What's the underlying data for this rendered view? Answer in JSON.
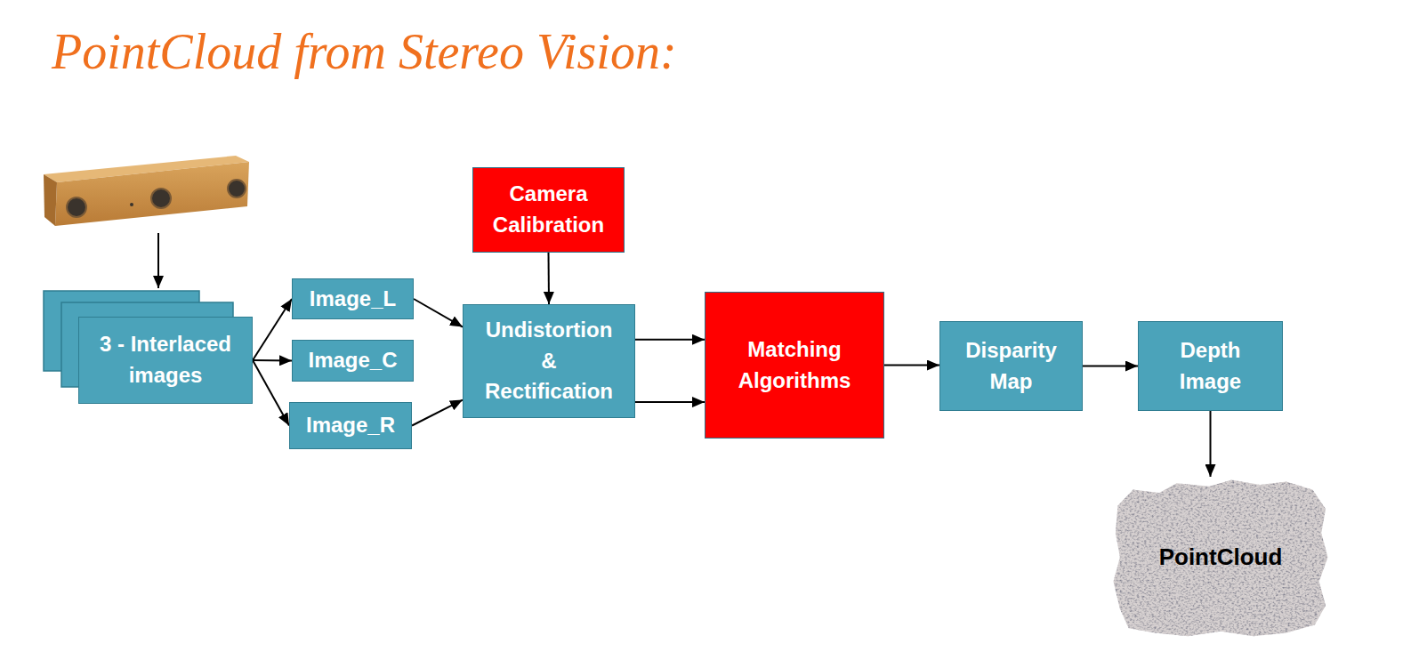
{
  "diagram": {
    "title": "PointCloud from Stereo Vision:",
    "nodes": [
      {
        "text": [
          "3 - Interlaced images"
        ]
      },
      {
        "text": [
          "Image_L"
        ]
      },
      {
        "text": [
          "Image_C"
        ]
      },
      {
        "text": [
          "Image_R"
        ]
      },
      {
        "text": [
          "Camera Calibration"
        ]
      },
      {
        "text": [
          "Undistortion & Rectification"
        ]
      },
      {
        "text": [
          "Matching Algorithms"
        ]
      },
      {
        "text": [
          "Disparity Map"
        ]
      },
      {
        "text": [
          "Depth Image"
        ]
      },
      {
        "text": [
          "PointCloud"
        ]
      }
    ],
    "edges": [
      {
        "from": 0,
        "to": 1,
        "arrow": "to"
      },
      {
        "from": 0,
        "to": 2,
        "arrow": "to"
      },
      {
        "from": 0,
        "to": 3,
        "arrow": "to"
      },
      {
        "from": 1,
        "to": 5,
        "arrow": "to"
      },
      {
        "from": 3,
        "to": 5,
        "arrow": "to"
      },
      {
        "from": 4,
        "to": 5,
        "arrow": "to"
      },
      {
        "from": 5,
        "to": 6,
        "arrow": "to"
      },
      {
        "from": 5,
        "to": 6,
        "arrow": "to"
      },
      {
        "from": 6,
        "to": 7,
        "arrow": "to"
      },
      {
        "from": 7,
        "to": 8,
        "arrow": "to"
      },
      {
        "from": 8,
        "to": 9,
        "arrow": "to"
      }
    ]
  }
}
